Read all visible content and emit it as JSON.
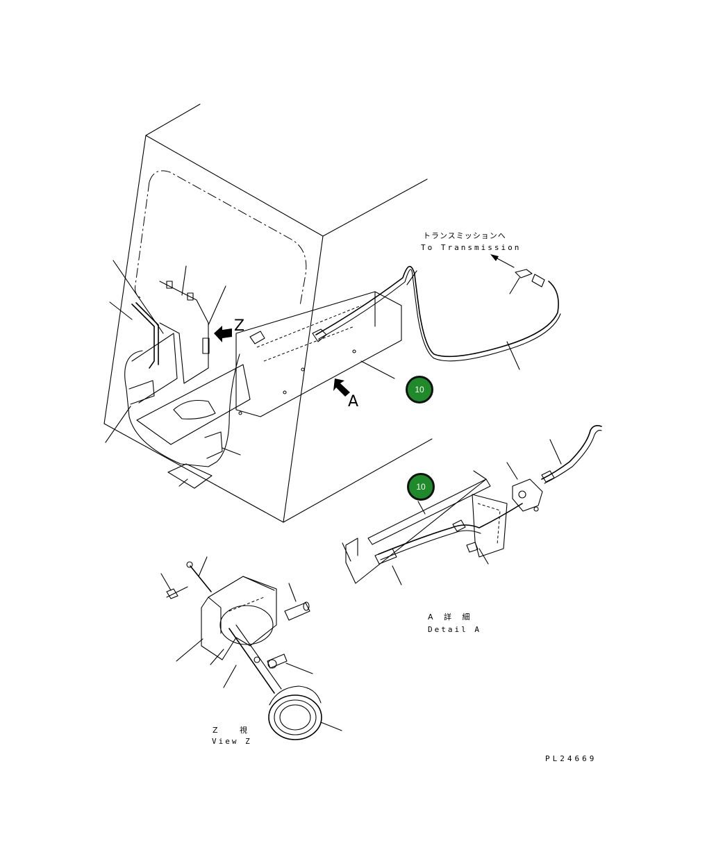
{
  "callouts": [
    {
      "id": "callout-1",
      "label": "10"
    },
    {
      "id": "callout-2",
      "label": "10"
    }
  ],
  "labels": {
    "to_transmission_jp": "トランスミッションへ",
    "to_transmission_en": "To Transmission",
    "arrow_z": "Z",
    "arrow_a": "A",
    "detail_a_jp": "A 詳 細",
    "detail_a_en": "Detail A",
    "view_z_jp": "Z 視",
    "view_z_en": "View Z",
    "drawing_number": "PL24669"
  },
  "colors": {
    "callout_fill": "#1f8a2a",
    "callout_border": "#111111",
    "line": "#000000"
  }
}
